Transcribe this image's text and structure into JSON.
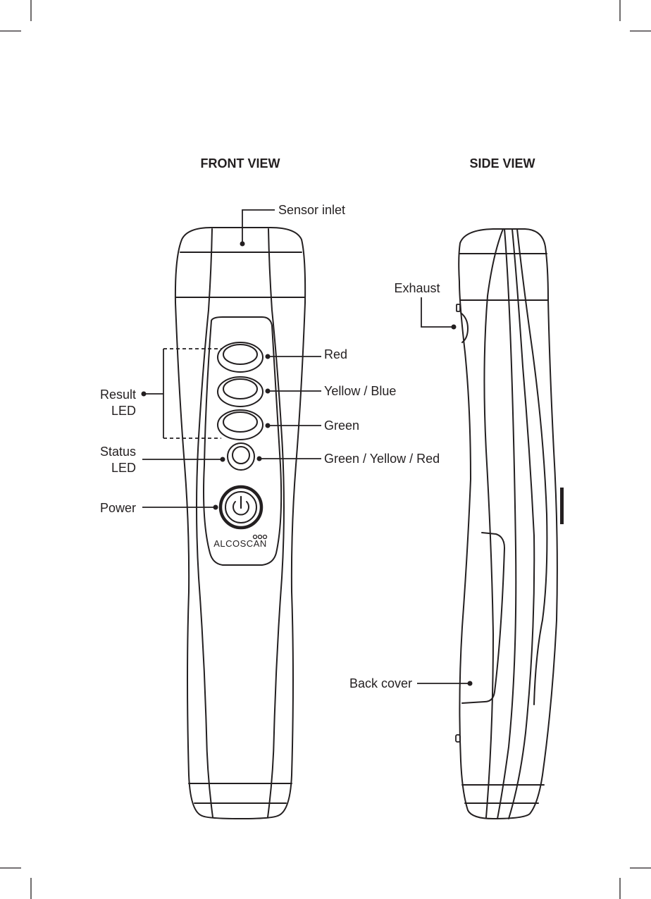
{
  "headings": {
    "front_view": "FRONT VIEW",
    "side_view": "SIDE VIEW"
  },
  "labels": {
    "sensor_inlet": "Sensor inlet",
    "exhaust": "Exhaust",
    "red": "Red",
    "yellow_blue": "Yellow / Blue",
    "green": "Green",
    "green_yellow_red": "Green / Yellow / Red",
    "result": "Result",
    "result_led": "LED",
    "status": "Status",
    "status_led": "LED",
    "power": "Power",
    "back_cover": "Back cover"
  },
  "logo": {
    "text": "ALCOSCAN"
  }
}
